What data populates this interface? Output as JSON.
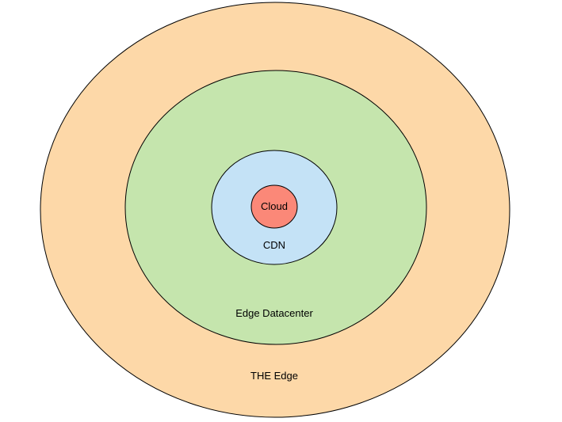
{
  "diagram": {
    "rings": [
      {
        "id": "the-edge",
        "label": "THE Edge",
        "fill": "#fdd8a8",
        "stroke": "#000000"
      },
      {
        "id": "edge-datacenter",
        "label": "Edge Datacenter",
        "fill": "#c5e5ad",
        "stroke": "#000000"
      },
      {
        "id": "cdn",
        "label": "CDN",
        "fill": "#c4e2f6",
        "stroke": "#000000"
      },
      {
        "id": "cloud",
        "label": "Cloud",
        "fill": "#fb8878",
        "stroke": "#000000"
      }
    ]
  }
}
